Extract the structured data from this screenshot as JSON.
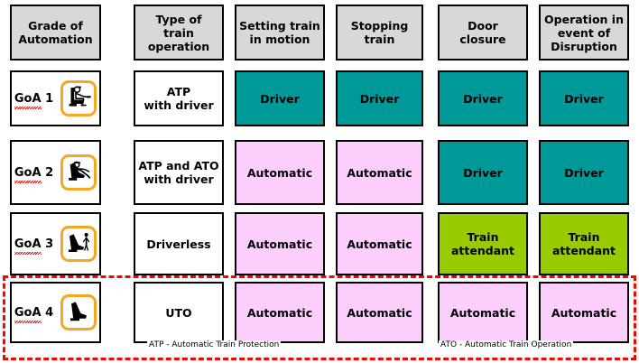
{
  "table": {
    "columns": [
      {
        "key": "grade",
        "label": "Grade of\nAutomation"
      },
      {
        "key": "type",
        "label": "Type of\ntrain\noperation"
      },
      {
        "key": "setting",
        "label": "Setting train\nin motion"
      },
      {
        "key": "stopping",
        "label": "Stopping\ntrain"
      },
      {
        "key": "door",
        "label": "Door\nclosure"
      },
      {
        "key": "disruption",
        "label": "Operation in\nevent of\nDisruption"
      }
    ],
    "column_labels": {
      "grade": "Grade of Automation",
      "type": "Type of train operation",
      "setting": "Setting train in motion",
      "stopping": "Stopping train",
      "door": "Door closure",
      "disruption": "Operation in event of Disruption"
    },
    "rows": [
      {
        "grade": "GoA 1",
        "grade_prefix": "GoA",
        "grade_number": "1",
        "icon": "driver-seated-operating-icon",
        "type": "ATP\nwith driver",
        "type_plain": "ATP with driver",
        "setting": "Driver",
        "stopping": "Driver",
        "door": "Driver",
        "disruption": "Driver",
        "setting_color": "teal",
        "stopping_color": "teal",
        "door_color": "teal",
        "disruption_color": "teal",
        "highlighted": false
      },
      {
        "grade": "GoA 2",
        "grade_prefix": "GoA",
        "grade_number": "2",
        "icon": "driver-seated-reclined-icon",
        "type": "ATP and ATO\nwith driver",
        "type_plain": "ATP and ATO with driver",
        "setting": "Automatic",
        "stopping": "Automatic",
        "door": "Driver",
        "disruption": "Driver",
        "setting_color": "pink",
        "stopping_color": "pink",
        "door_color": "teal",
        "disruption_color": "teal",
        "highlighted": false
      },
      {
        "grade": "GoA 3",
        "grade_prefix": "GoA",
        "grade_number": "3",
        "icon": "empty-seat-with-standing-attendant-icon",
        "type": "Driverless",
        "type_plain": "Driverless",
        "setting": "Automatic",
        "stopping": "Automatic",
        "door": "Train\nattendant",
        "disruption": "Train\nattendant",
        "setting_color": "pink",
        "stopping_color": "pink",
        "door_color": "green",
        "disruption_color": "green",
        "highlighted": false
      },
      {
        "grade": "GoA 4",
        "grade_prefix": "GoA",
        "grade_number": "4",
        "icon": "empty-seat-icon",
        "type": "UTO",
        "type_plain": "UTO",
        "setting": "Automatic",
        "stopping": "Automatic",
        "door": "Automatic",
        "disruption": "Automatic",
        "setting_color": "pink",
        "stopping_color": "pink",
        "door_color": "pink",
        "disruption_color": "pink",
        "highlighted": true
      }
    ]
  },
  "footnotes": {
    "atp": "ATP - Automatic Train Protection",
    "ato": "ATO - Automatic Train Operation"
  },
  "colors": {
    "header_grey": "#d8d8d8",
    "teal": "#009999",
    "pink": "#fbcefb",
    "green": "#99cc00",
    "white": "#ffffff",
    "border": "#000000",
    "icon_frame_orange": "#f5a623",
    "highlight_red": "#ff0000",
    "spellcheck_red": "#ff0000"
  }
}
